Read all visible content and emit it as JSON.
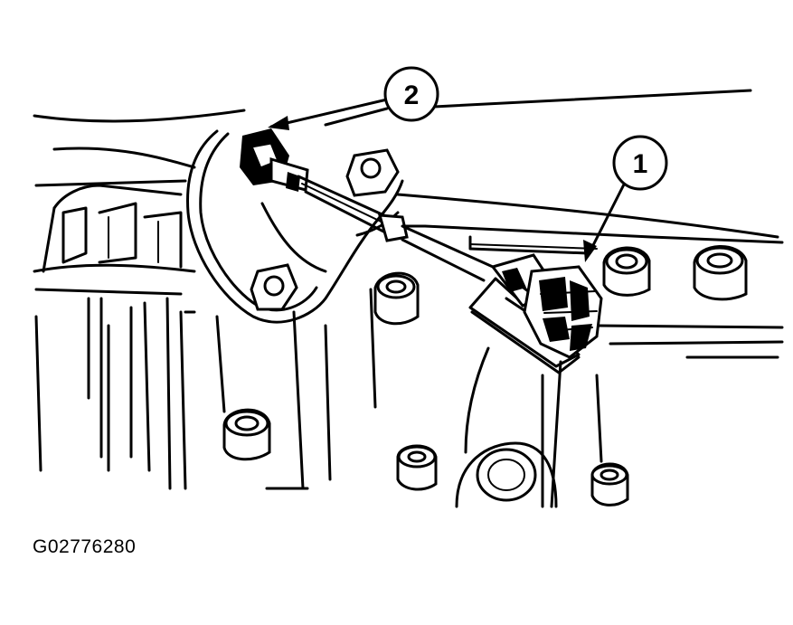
{
  "figure": {
    "id_label": "G02776280",
    "callouts": [
      {
        "number": "1",
        "target": "connector"
      },
      {
        "number": "2",
        "target": "sensor"
      }
    ]
  }
}
